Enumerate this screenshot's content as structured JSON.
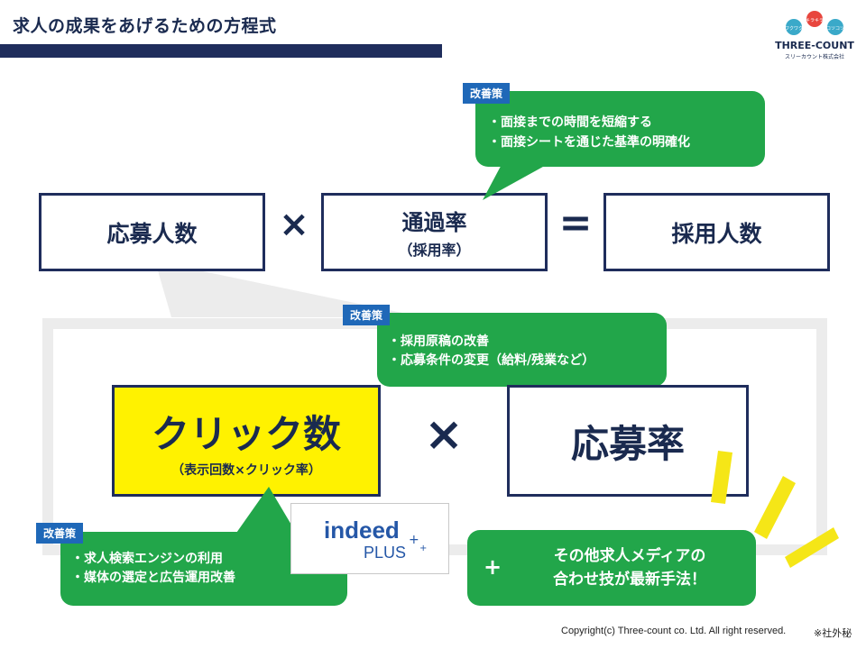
{
  "header": {
    "title": "求人の成果をあげるための方程式"
  },
  "logo": {
    "bubble1": "ワクワク",
    "bubble2": "キラキラ",
    "bubble3": "コツコツ",
    "name": "THREE-COUNT",
    "sub": "スリーカウント株式会社"
  },
  "equation_top": {
    "box1": "応募人数",
    "times": "×",
    "box2_line1": "通過率",
    "box2_line2": "（採用率）",
    "equals": "=",
    "box3": "採用人数"
  },
  "callout_top": {
    "tag": "改善策",
    "line1": "・面接までの時間を短縮する",
    "line2": "・面接シートを通じた基準の明確化"
  },
  "callout_mid": {
    "tag": "改善策",
    "line1": "・採用原稿の改善",
    "line2": "・応募条件の変更（給料/残業など）"
  },
  "equation_bottom": {
    "box1_main": "クリック数",
    "box1_sub": "（表示回数×クリック率）",
    "times": "×",
    "box2": "応募率"
  },
  "callout_bottom": {
    "tag": "改善策",
    "line1": "・求人検索エンジンの利用",
    "line2": "・媒体の選定と広告運用改善"
  },
  "indeed": {
    "word": "indeed",
    "plus_word": "PLUS"
  },
  "promo": {
    "plus": "+",
    "line1": "その他求人メディアの",
    "line2": "合わせ技が最新手法！"
  },
  "footer": {
    "copyright": "Copyright(c) Three-count co. Ltd. All right reserved.",
    "confidential": "※社外秘"
  },
  "colors": {
    "navy": "#1f2d5c",
    "green": "#22a64a",
    "tag_blue": "#1f68b8",
    "yellow": "#fff200",
    "frame_gray": "#ececec"
  }
}
